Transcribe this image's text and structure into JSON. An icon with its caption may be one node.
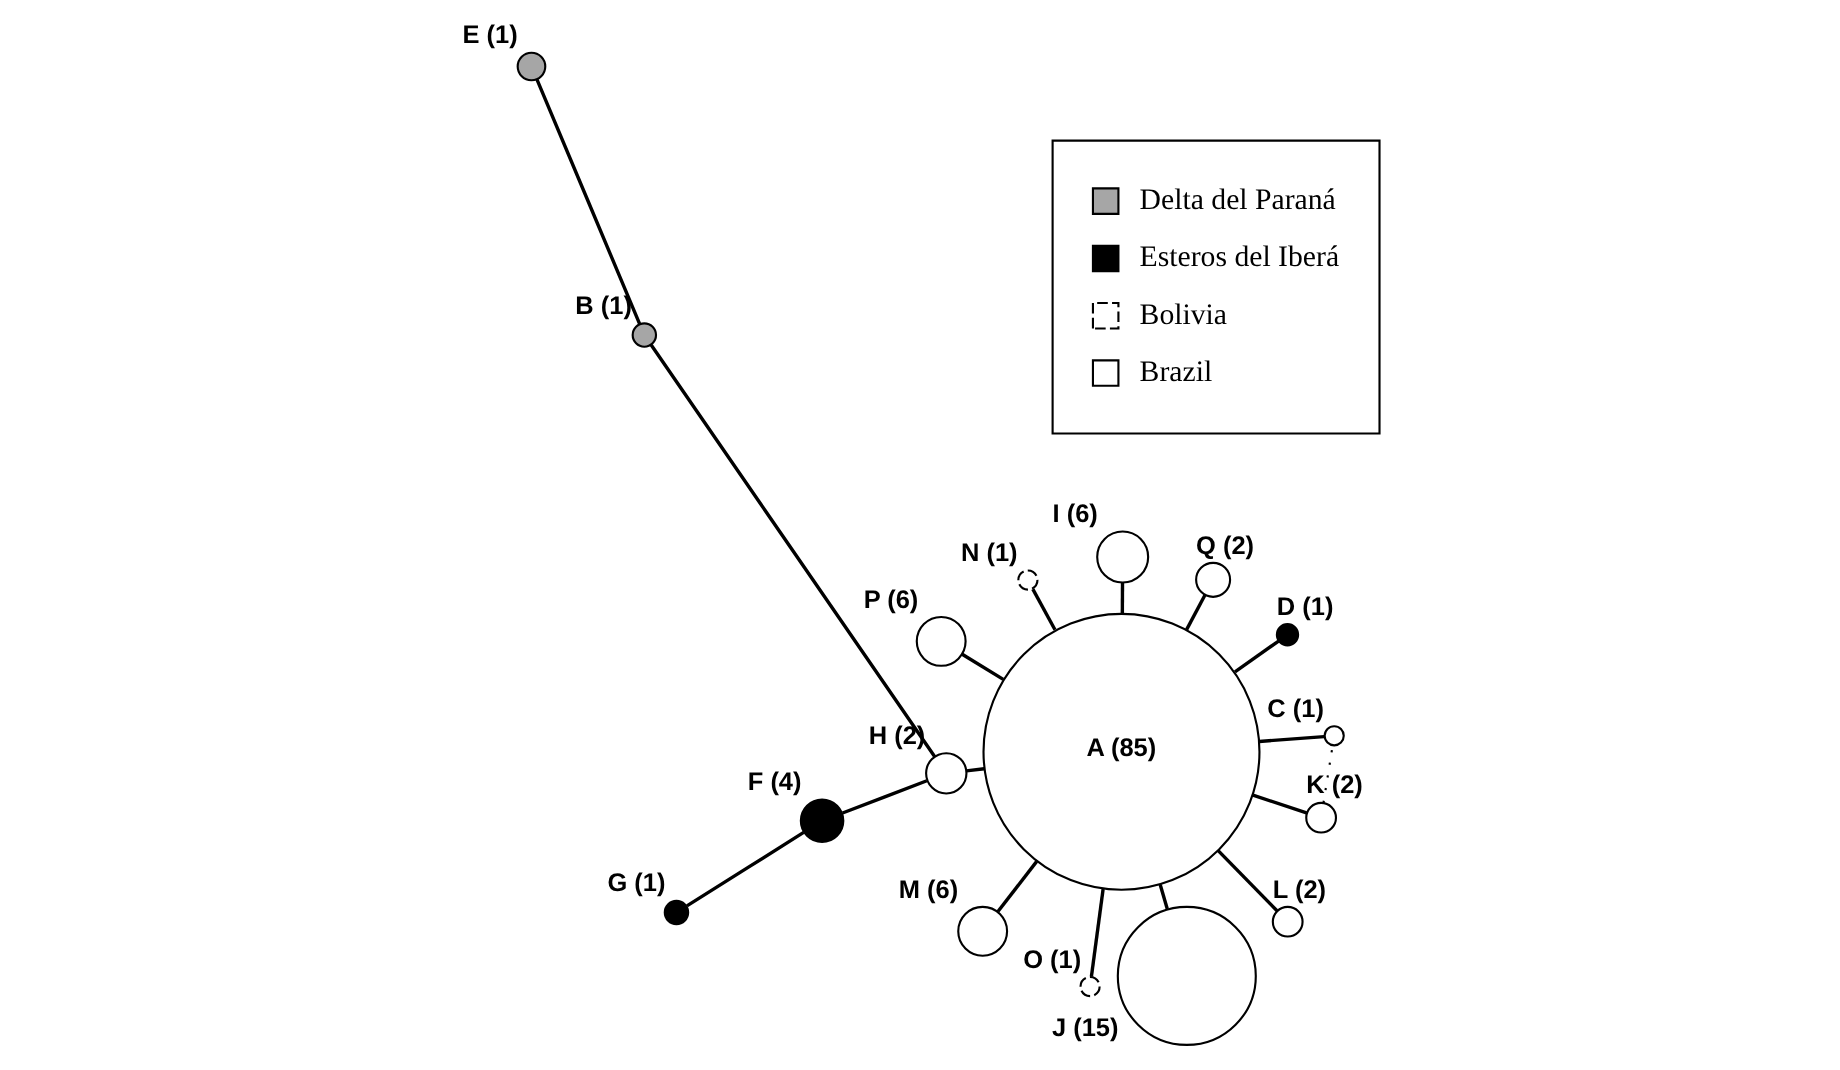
{
  "diagram": {
    "nodes": [
      {
        "text": [
          "B (1)"
        ]
      },
      {
        "text": [
          "E (1)"
        ]
      },
      {
        "text": [
          "O (1)"
        ]
      },
      {
        "text": [
          "N (1)"
        ]
      },
      {
        "text": [
          "Q (2)"
        ]
      },
      {
        "text": [
          "P (6)"
        ]
      },
      {
        "text": [
          "M (6)"
        ]
      },
      {
        "text": [
          "L (2)"
        ]
      },
      {
        "text": [
          "A (85)"
        ]
      },
      {
        "text": [
          "H (2)"
        ]
      },
      {
        "text": [
          "K (2)"
        ]
      },
      {
        "text": [
          "F (4)"
        ]
      },
      {
        "text": [
          "C (1)"
        ]
      },
      {
        "text": [
          "D (1)"
        ]
      },
      {
        "text": [
          "I (6)"
        ]
      },
      {
        "text": [
          "G (1)"
        ]
      },
      {
        "text": [
          "J (15)"
        ]
      }
    ],
    "edges": [
      {
        "from": 1,
        "to": 0,
        "arrow": "none"
      },
      {
        "from": 0,
        "to": 9,
        "arrow": "none"
      },
      {
        "from": 9,
        "to": 8,
        "arrow": "none"
      },
      {
        "from": 9,
        "to": 11,
        "arrow": "none"
      },
      {
        "from": 11,
        "to": 15,
        "arrow": "none"
      },
      {
        "from": 8,
        "to": 2,
        "arrow": "none"
      },
      {
        "from": 8,
        "to": 3,
        "arrow": "none"
      },
      {
        "from": 8,
        "to": 4,
        "arrow": "none"
      },
      {
        "from": 8,
        "to": 5,
        "arrow": "none"
      },
      {
        "from": 8,
        "to": 6,
        "arrow": "none"
      },
      {
        "from": 8,
        "to": 7,
        "arrow": "none"
      },
      {
        "from": 8,
        "to": 10,
        "arrow": "none"
      },
      {
        "from": 8,
        "to": 12,
        "arrow": "none"
      },
      {
        "from": 8,
        "to": 13,
        "arrow": "none"
      },
      {
        "from": 8,
        "to": 14,
        "arrow": "none"
      },
      {
        "from": 8,
        "to": 16,
        "arrow": "none"
      },
      {
        "from": 10,
        "to": 12,
        "arrow": "none",
        "style": "dashed"
      }
    ],
    "legend": [
      {
        "text": "Delta del Paraná",
        "color": "#a6a6a6"
      },
      {
        "text": "Esteros del Iberá",
        "color": "#000000"
      },
      {
        "text": "Bolivia"
      },
      {
        "text": "Brazil",
        "color": "#ffffff"
      }
    ]
  }
}
